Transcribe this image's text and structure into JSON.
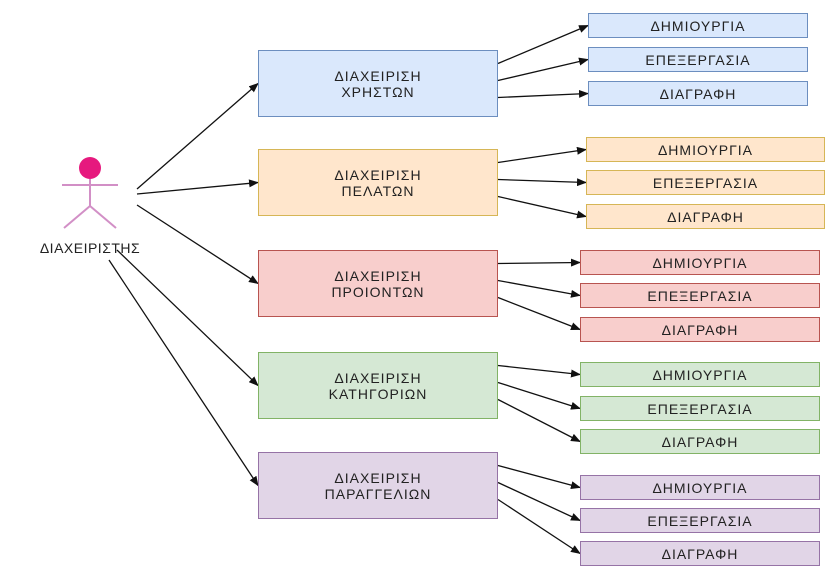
{
  "actor": {
    "label": "ΔΙΑΧΕΙΡΙΣΤΗΣ",
    "color": "#e6197e",
    "line_color": "#d28fc6"
  },
  "groups": [
    {
      "line1": "ΔΙΑΧΕΙΡΙΣΗ",
      "line2": "ΧΡΗΣΤΩΝ",
      "fill": "#dae8fc",
      "stroke": "#6c8ebf",
      "actions": [
        "ΔΗΜΙΟΥΡΓΙΑ",
        "ΕΠΕΞΕΡΓΑΣΙΑ",
        "ΔΙΑΓΡΑΦΗ"
      ]
    },
    {
      "line1": "ΔΙΑΧΕΙΡΙΣΗ",
      "line2": "ΠΕΛΑΤΩΝ",
      "fill": "#ffe6cc",
      "stroke": "#d6b656",
      "actions": [
        "ΔΗΜΙΟΥΡΓΙΑ",
        "ΕΠΕΞΕΡΓΑΣΙΑ",
        "ΔΙΑΓΡΑΦΗ"
      ]
    },
    {
      "line1": "ΔΙΑΧΕΙΡΙΣΗ",
      "line2": "ΠΡΟΙΟΝΤΩΝ",
      "fill": "#f8cecc",
      "stroke": "#b85450",
      "actions": [
        "ΔΗΜΙΟΥΡΓΙΑ",
        "ΕΠΕΞΕΡΓΑΣΙΑ",
        "ΔΙΑΓΡΑΦΗ"
      ]
    },
    {
      "line1": "ΔΙΑΧΕΙΡΙΣΗ",
      "line2": "ΚΑΤΗΓΟΡΙΩΝ",
      "fill": "#d5e8d4",
      "stroke": "#82b366",
      "actions": [
        "ΔΗΜΙΟΥΡΓΙΑ",
        "ΕΠΕΞΕΡΓΑΣΙΑ",
        "ΔΙΑΓΡΑΦΗ"
      ]
    },
    {
      "line1": "ΔΙΑΧΕΙΡΙΣΗ",
      "line2": "ΠΑΡΑΓΓΕΛΙΩΝ",
      "fill": "#e1d5e7",
      "stroke": "#9673a6",
      "actions": [
        "ΔΗΜΙΟΥΡΓΙΑ",
        "ΕΠΕΞΕΡΓΑΣΙΑ",
        "ΔΙΑΓΡΑΦΗ"
      ]
    }
  ]
}
